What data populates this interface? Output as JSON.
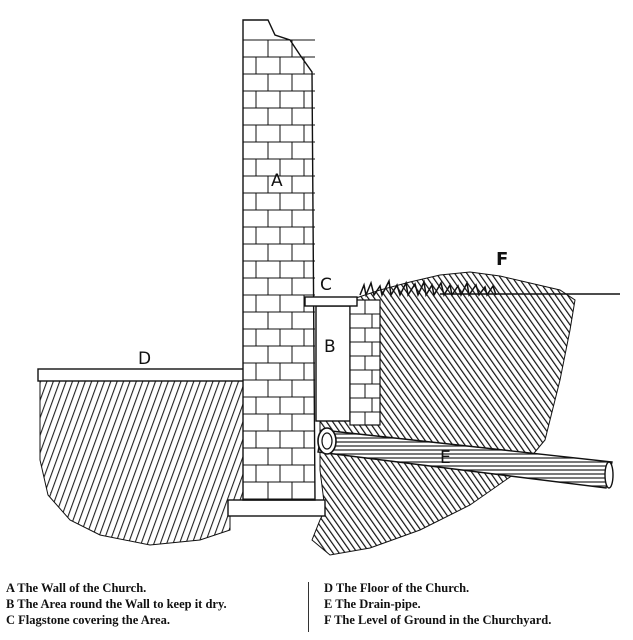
{
  "labels": {
    "wall": "A",
    "area": "B",
    "flagstone": "C",
    "floor": "D",
    "drain_pipe": "E",
    "ground": "F"
  },
  "legend": {
    "left": [
      "A The Wall of the Church.",
      "B The Area round the Wall to keep it dry.",
      "C Flagstone covering the Area."
    ],
    "right": [
      "D The Floor of the Church.",
      "E The Drain-pipe.",
      "F The Level of Ground in the Churchyard."
    ]
  }
}
